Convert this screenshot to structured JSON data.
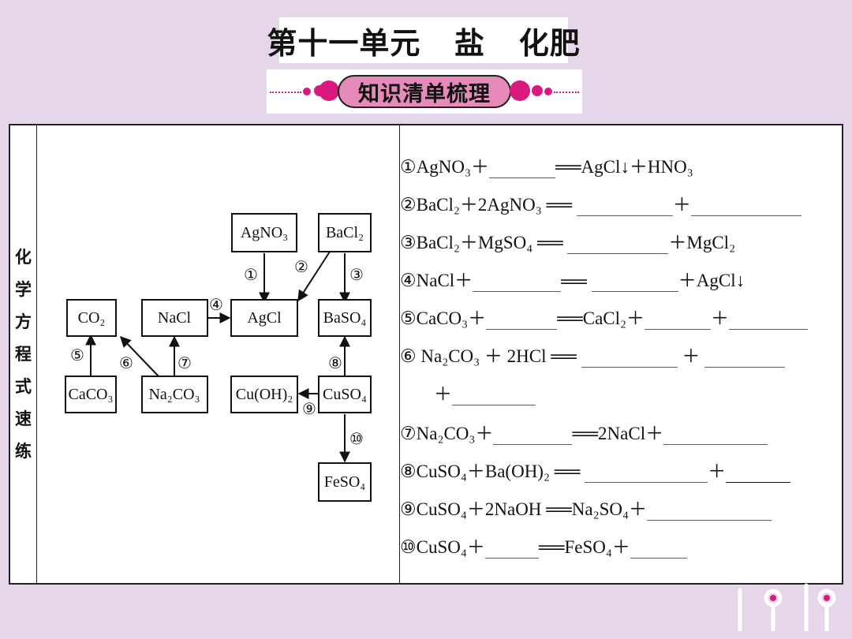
{
  "title": "第十一单元   盐   化肥",
  "banner": "知识清单梳理",
  "sidebar_chars": [
    "化",
    "学",
    "方",
    "程",
    "式",
    "速",
    "练"
  ],
  "diagram": {
    "nodes": {
      "agno3": "AgNO₃",
      "bacl2": "BaCl₂",
      "co2": "CO₂",
      "nacl": "NaCl",
      "agcl": "AgCl",
      "baso4": "BaSO₄",
      "caco3": "CaCO₃",
      "na2co3": "Na₂CO₃",
      "cuoh2": "Cu(OH)₂",
      "cuso4": "CuSO₄",
      "feso4": "FeSO₄"
    },
    "labels": [
      "①",
      "②",
      "③",
      "④",
      "⑤",
      "⑥",
      "⑦",
      "⑧",
      "⑨",
      "⑩"
    ]
  },
  "equations": {
    "e1a": "①AgNO₃＋",
    "e1b": "══AgCl↓＋HNO₃",
    "e2a": "②BaCl₂＋2AgNO₃ ══ ",
    "e2b": "＋",
    "e3a": "③BaCl₂＋MgSO₄ ══ ",
    "e3b": "＋MgCl₂",
    "e4a": "④NaCl＋",
    "e4b": "══",
    "e4c": "＋AgCl↓",
    "e5a": "⑤CaCO₃＋",
    "e5b": "══CaCl₂＋",
    "e5c": "＋",
    "e6a": "⑥ Na₂CO₃ ＋ 2HCl ══ ",
    "e6b": " ＋ ",
    "e6c": "＋",
    "e7a": "⑦Na₂CO₃＋",
    "e7b": "══2NaCl＋",
    "e8a": "⑧CuSO₄＋Ba(OH)₂ ══ ",
    "e8b": "＋",
    "e9a": "⑨CuSO₄＋2NaOH ══Na₂SO₄＋",
    "e10a": "⑩CuSO₄＋",
    "e10b": "══FeSO₄＋"
  },
  "colors": {
    "accent": "#d9197e",
    "pill": "#e58ab9",
    "background": "#e6d6ea"
  }
}
